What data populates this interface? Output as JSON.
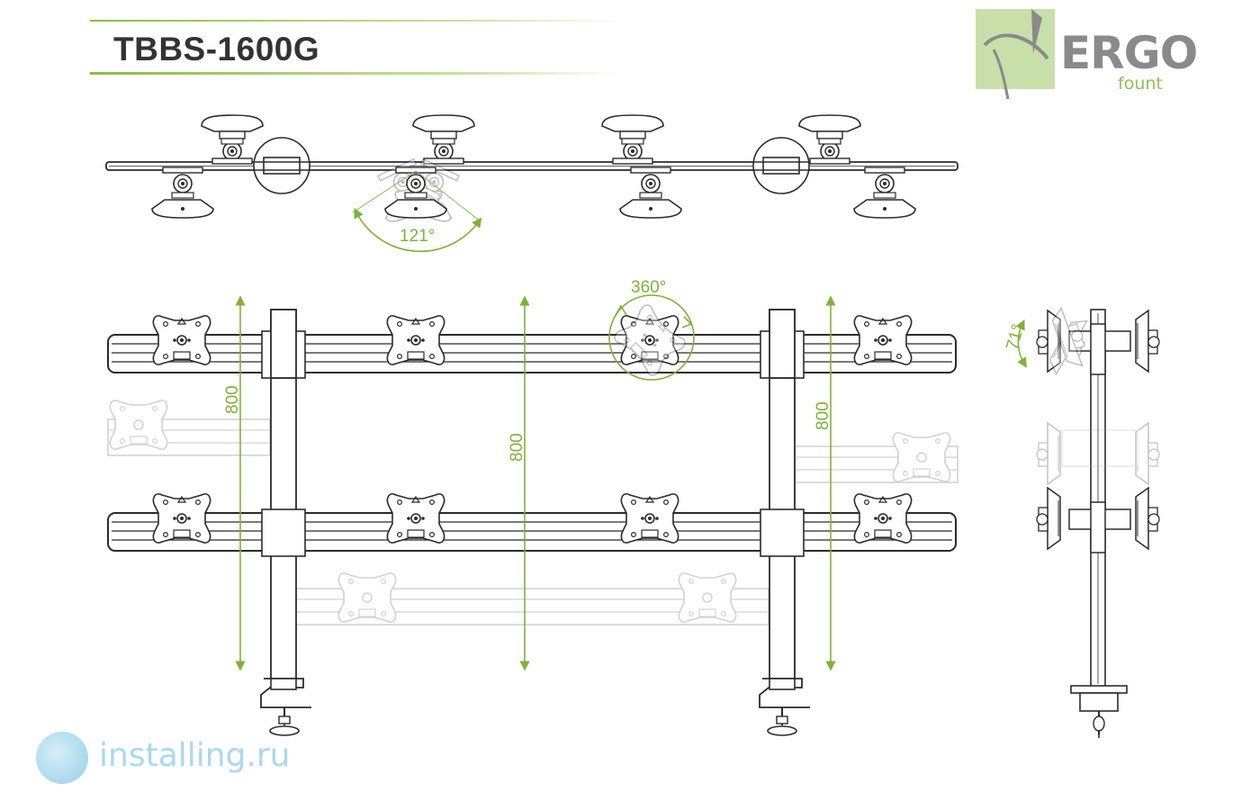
{
  "header": {
    "model_title": "TBBS-1600G"
  },
  "logo": {
    "word": "ERGO",
    "sub": "fount"
  },
  "top_view": {
    "swivel_angle": "121°"
  },
  "front_view": {
    "rotation_angle": "360°",
    "dimension_left": "800",
    "dimension_center": "800",
    "dimension_right": "800"
  },
  "side_view": {
    "tilt_angle": "71°"
  },
  "watermark": {
    "text": "installing.ru"
  },
  "colors": {
    "accent": "#7fb23a",
    "line": "#2b2b2b",
    "ghost": "#cfcfcf",
    "logo_bg": "#c9dfa9",
    "watermark": "#a9d9ee"
  }
}
